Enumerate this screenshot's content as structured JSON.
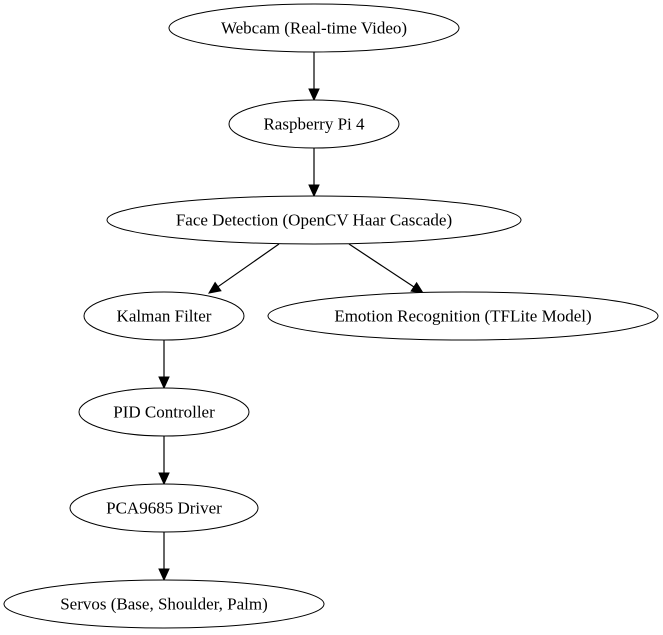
{
  "nodes": {
    "webcam": "Webcam (Real-time Video)",
    "raspberry_pi": "Raspberry Pi 4",
    "face_detection": "Face Detection (OpenCV Haar Cascade)",
    "kalman_filter": "Kalman Filter",
    "emotion_recognition": "Emotion Recognition (TFLite Model)",
    "pid_controller": "PID Controller",
    "pca_driver": "PCA9685 Driver",
    "servos": "Servos (Base, Shoulder, Palm)"
  },
  "edges": [
    {
      "from": "webcam",
      "to": "raspberry_pi"
    },
    {
      "from": "raspberry_pi",
      "to": "face_detection"
    },
    {
      "from": "face_detection",
      "to": "kalman_filter"
    },
    {
      "from": "face_detection",
      "to": "emotion_recognition"
    },
    {
      "from": "kalman_filter",
      "to": "pid_controller"
    },
    {
      "from": "pid_controller",
      "to": "pca_driver"
    },
    {
      "from": "pca_driver",
      "to": "servos"
    }
  ]
}
